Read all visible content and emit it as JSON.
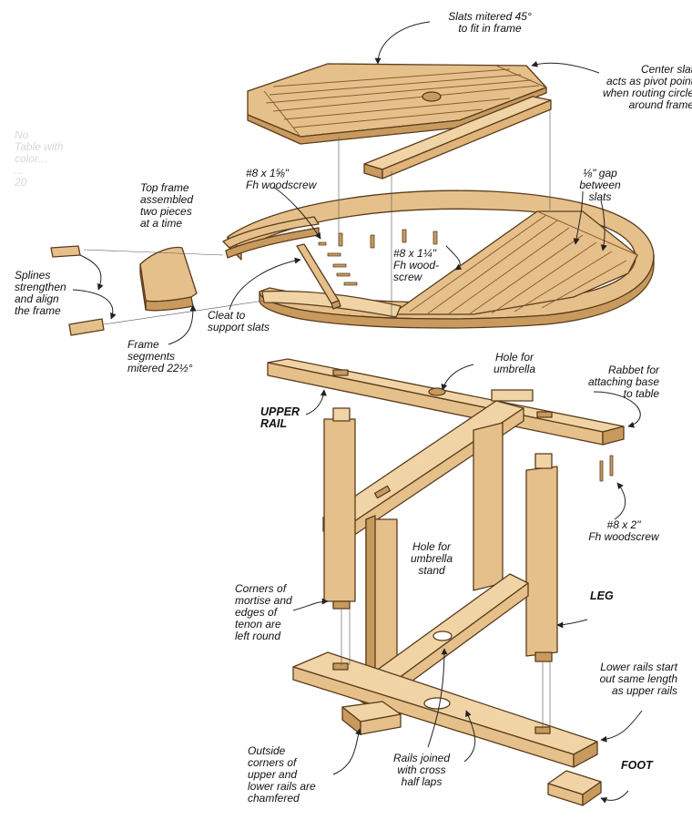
{
  "colors": {
    "wood": "#e6c08a",
    "wood_light": "#f0d4a6",
    "wood_dark": "#c99a5e",
    "outline": "#5a3c1c",
    "leader": "#222222",
    "faded_text": "#d8d8d8"
  },
  "labels": {
    "slats_mitered": "Slats mitered 45°\nto fit in frame",
    "center_slat": "Center slat\nacts as pivot point\nwhen routing circle\naround frame",
    "woodscrew_158": "#8 x 1⅝\"\nFh woodscrew",
    "top_frame": "Top frame\nassembled\ntwo pieces\nat a time",
    "gap": "⅛\" gap\nbetween\nslats",
    "woodscrew_114": "#8 x 1¼\"\nFh wood-\nscrew",
    "splines": "Splines\nstrengthen\nand align\nthe frame",
    "cleat": "Cleat to\nsupport slats",
    "frame_segments": "Frame\nsegments\nmitered 22½°",
    "hole_umbrella": "Hole for\numbrella",
    "rabbet": "Rabbet for\nattaching base\nto table",
    "upper_rail": "UPPER\nRAIL",
    "woodscrew_2": "#8 x 2\"\nFh woodscrew",
    "hole_stand": "Hole for\numbrella\nstand",
    "corners_mortise": "Corners of\nmortise and\nedges of\ntenon are\nleft round",
    "leg": "LEG",
    "lower_rails": "Lower rails start\nout same length\nas upper rails",
    "outside_corners": "Outside\ncorners of\nupper and\nlower rails are\nchamfered",
    "rails_joined": "Rails joined\nwith cross\nhalf laps",
    "foot": "FOOT",
    "faded_note": "No\nTable with\ncolor...\n...\n20"
  }
}
